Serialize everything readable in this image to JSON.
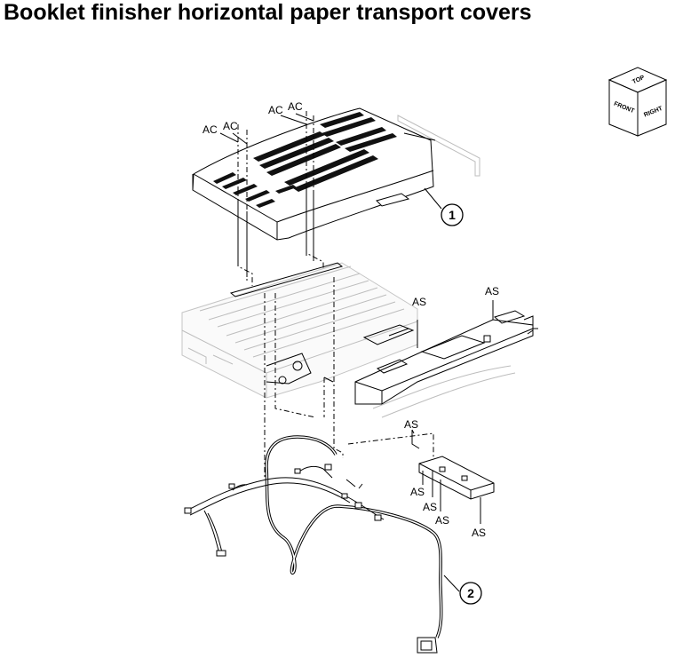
{
  "title": "Booklet finisher horizontal paper transport covers",
  "orientation_cube": {
    "top": "TOP",
    "front": "FRONT",
    "right": "RIGHT"
  },
  "callouts": {
    "item1": "1",
    "item2": "2"
  },
  "labels": {
    "ac1": "AC",
    "ac2": "AC",
    "ac3": "AC",
    "ac4": "AC",
    "as1": "AS",
    "as2": "AS",
    "as3": "AS",
    "as4": "AS",
    "as5": "AS",
    "as6": "AS",
    "as7": "AS"
  }
}
